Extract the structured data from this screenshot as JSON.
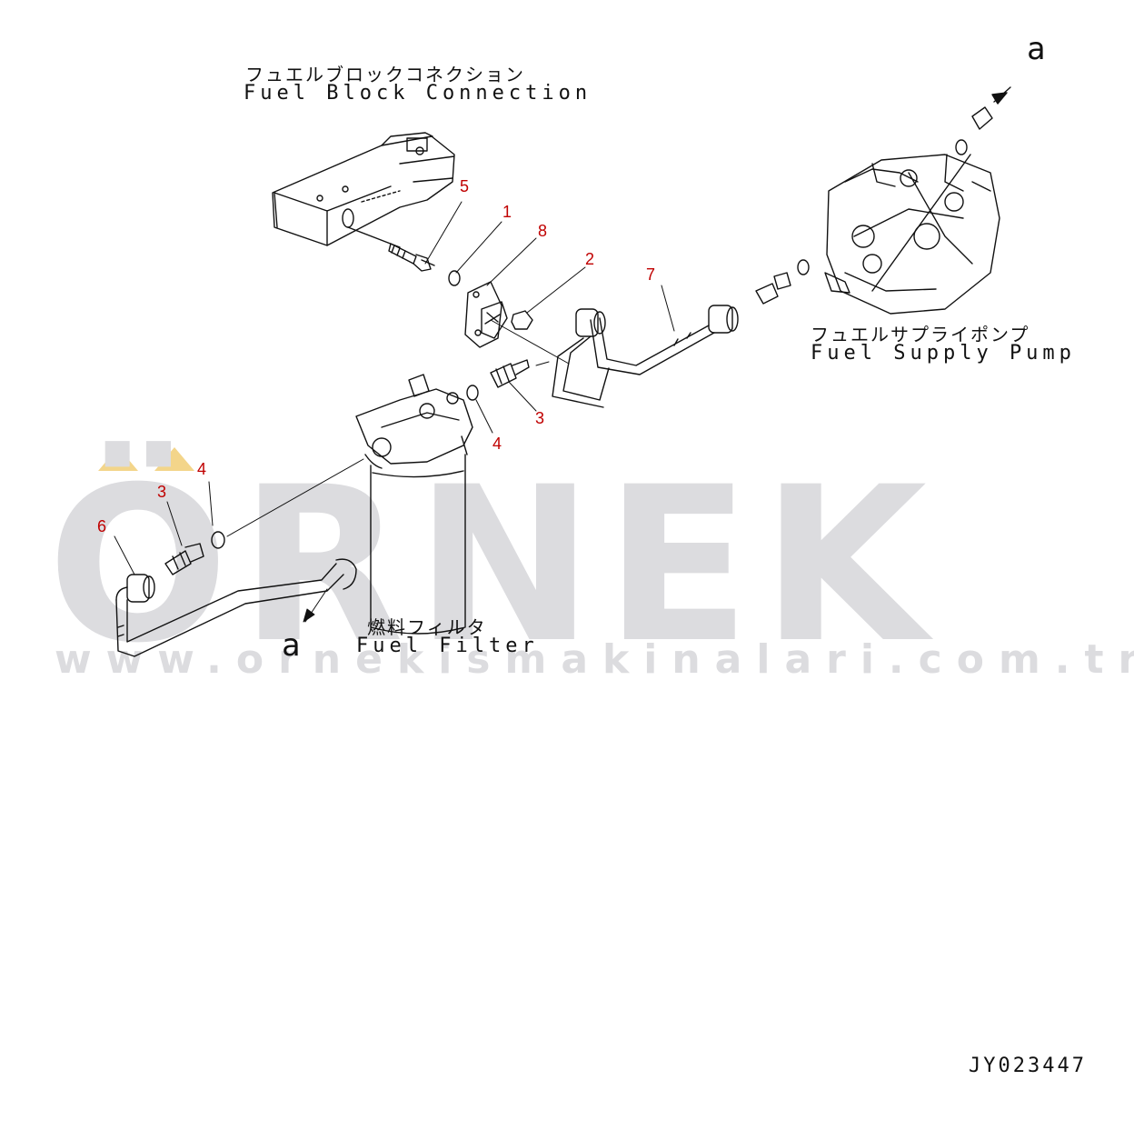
{
  "watermark": {
    "brand": "ÖRNEK",
    "url": "www.ornekismakinalari.com.tr",
    "accent_color": "#f3d58a",
    "text_color": "#dcdcdf"
  },
  "labels": {
    "fuel_block_jp": "フュエルブロックコネクション",
    "fuel_block_en": "Fuel Block Connection",
    "supply_pump_jp": "フュエルサプライポンプ",
    "supply_pump_en": "Fuel Supply Pump",
    "filter_jp": "燃料フィルタ",
    "filter_en": "Fuel Filter",
    "ref_a": "a",
    "drawing_code": "JY023447"
  },
  "callouts": {
    "c1": "1",
    "c2": "2",
    "c3_top": "3",
    "c4_top": "4",
    "c5": "5",
    "c6": "6",
    "c7": "7",
    "c8": "8",
    "c3_left": "3",
    "c4_left": "4"
  },
  "colors": {
    "callout": "#c00000",
    "line": "#111111"
  }
}
